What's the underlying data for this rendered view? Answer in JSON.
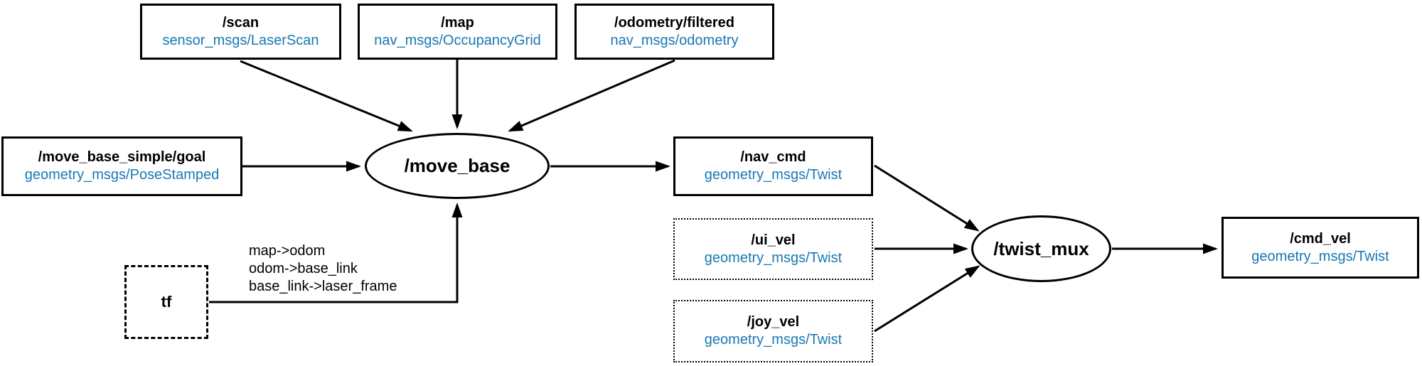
{
  "colors": {
    "stroke": "#000000",
    "topic_type_text": "#1878b4",
    "background": "#ffffff"
  },
  "nodes": {
    "move_base": {
      "label": "/move_base"
    },
    "twist_mux": {
      "label": "/twist_mux"
    }
  },
  "topics": {
    "scan": {
      "name": "/scan",
      "type": "sensor_msgs/LaserScan"
    },
    "map": {
      "name": "/map",
      "type": "nav_msgs/OccupancyGrid"
    },
    "odometry_filtered": {
      "name": "/odometry/filtered",
      "type": "nav_msgs/odometry"
    },
    "move_base_simple_goal": {
      "name": "/move_base_simple/goal",
      "type": "geometry_msgs/PoseStamped"
    },
    "nav_cmd": {
      "name": "/nav_cmd",
      "type": "geometry_msgs/Twist"
    },
    "ui_vel": {
      "name": "/ui_vel",
      "type": "geometry_msgs/Twist"
    },
    "joy_vel": {
      "name": "/joy_vel",
      "type": "geometry_msgs/Twist"
    },
    "cmd_vel": {
      "name": "/cmd_vel",
      "type": "geometry_msgs/Twist"
    }
  },
  "tf": {
    "label": "tf",
    "transforms": {
      "0": "map->odom",
      "1": "odom->base_link",
      "2": "base_link->laser_frame"
    }
  }
}
